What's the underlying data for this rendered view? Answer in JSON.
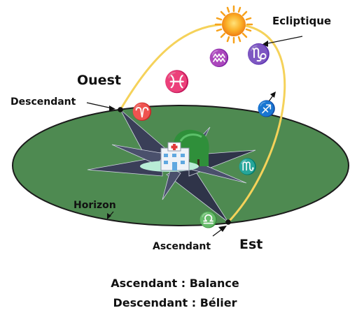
{
  "labels": {
    "ecliptic": "Ecliptique",
    "west": "Ouest",
    "east": "Est",
    "descendant": "Descendant",
    "ascendant": "Ascendant",
    "horizon": "Horizon"
  },
  "zodiac": {
    "pisces": "♓",
    "aquarius": "♒",
    "capricorn": "♑",
    "sagittarius": "♐",
    "aries": "♈",
    "scorpio": "♏",
    "libra": "♎"
  },
  "summary": {
    "ascendant_line": "Ascendant : Balance",
    "descendant_line": "Descendant : Bélier"
  },
  "colors": {
    "horizon_fill": "#4e8a51",
    "ecliptic": "#f5d25a",
    "sun": "#f7a21b",
    "compass": "#3a3f58"
  },
  "icons": {
    "center": "hospital-icon",
    "tree": "tree-icon"
  }
}
